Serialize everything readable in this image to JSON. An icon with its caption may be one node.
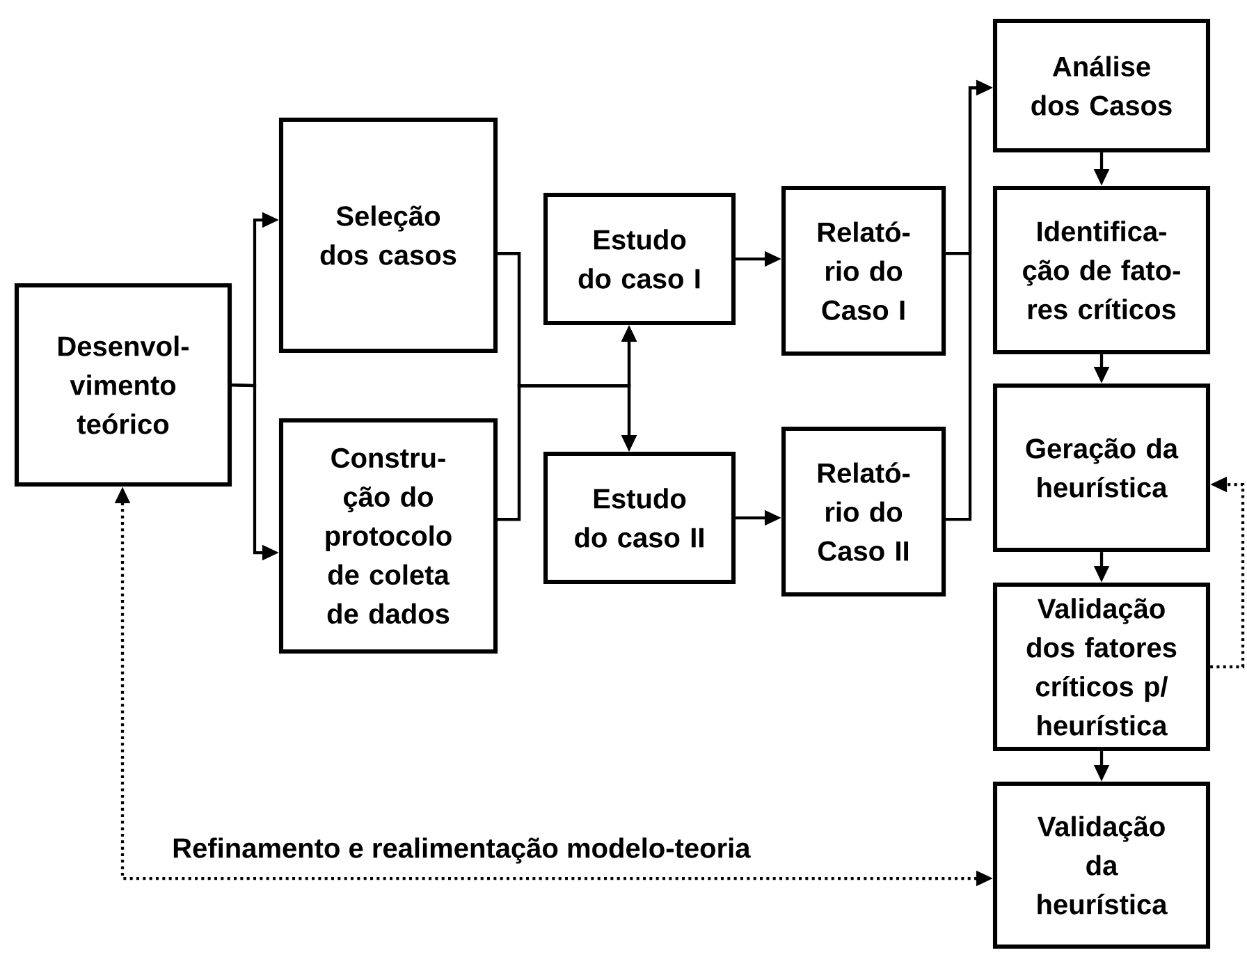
{
  "diagram": {
    "nodes": [
      {
        "text": [
          "Desenvol- vimento teórico"
        ]
      },
      {
        "text": [
          "Seleção dos casos"
        ]
      },
      {
        "text": [
          "Constru- ção do protocolo de coleta de dados"
        ]
      },
      {
        "text": [
          "Estudo do caso I"
        ]
      },
      {
        "text": [
          "Estudo do caso II"
        ]
      },
      {
        "text": [
          "Relató- rio do Caso I"
        ]
      },
      {
        "text": [
          "Relató- rio do Caso II"
        ]
      },
      {
        "text": [
          "Análise dos Casos"
        ]
      },
      {
        "text": [
          "Identifica- ção de fato- res críticos"
        ]
      },
      {
        "text": [
          "Geração da heurística"
        ]
      },
      {
        "text": [
          "Validação dos fatores críticos p/ heurística"
        ]
      },
      {
        "text": [
          "Validação da heurística"
        ]
      }
    ],
    "edges": [
      {
        "from": 0,
        "to": 1,
        "arrow": "to"
      },
      {
        "from": 0,
        "to": 2,
        "arrow": "to"
      },
      {
        "from": 1,
        "to": 3,
        "arrow": "to"
      },
      {
        "from": 1,
        "to": 4,
        "arrow": "to"
      },
      {
        "from": 2,
        "to": 3,
        "arrow": "to"
      },
      {
        "from": 2,
        "to": 4,
        "arrow": "to"
      },
      {
        "from": 3,
        "to": 5,
        "arrow": "to"
      },
      {
        "from": 4,
        "to": 6,
        "arrow": "to"
      },
      {
        "from": 5,
        "to": 7,
        "arrow": "to"
      },
      {
        "from": 6,
        "to": 7,
        "arrow": "to"
      },
      {
        "from": 7,
        "to": 8,
        "arrow": "to"
      },
      {
        "from": 8,
        "to": 9,
        "arrow": "to"
      },
      {
        "from": 9,
        "to": 10,
        "arrow": "to"
      },
      {
        "from": 10,
        "to": 11,
        "arrow": "to"
      },
      {
        "from": 10,
        "to": 9,
        "arrow": "to",
        "style": "dashed"
      },
      {
        "from": 0,
        "to": 11,
        "arrow": "both",
        "style": "dashed",
        "label": "Refinamento e realimentação modelo-teoria"
      }
    ]
  }
}
